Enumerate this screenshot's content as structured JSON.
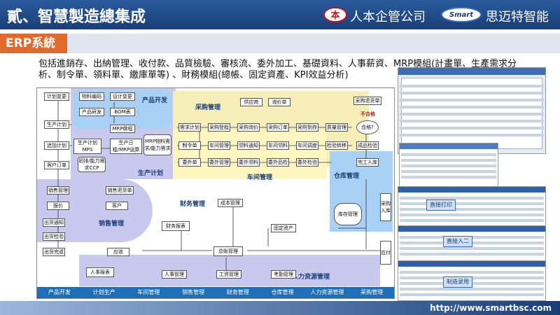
{
  "header": {
    "title": "貳、智慧製造總集成",
    "logo1_mark": "本",
    "logo1_name": "人本企管公司",
    "logo2_mark": "Smart",
    "logo2_name": "思迈特智能"
  },
  "section": {
    "tag": "ERP系統"
  },
  "description": "包括進銷存、出納管理、收付款、品質檢驗、審核流、委外加工、基礎資料、人事薪資、MRP模組(計畫單、生產需求分析、制令單、領料單、繳庫單等) 、財務模組(總帳、固定資產、KPI效益分析)",
  "diagram": {
    "regions": {
      "product": "产品开发",
      "purchase": "采购管理",
      "production": "生产计划",
      "workshop": "车间管理",
      "warehouse": "仓库管理",
      "finance": "财务管理",
      "sales": "销售管理",
      "hr": "人力资源管理"
    },
    "boxes": {
      "b1": "计划变更",
      "b2": "生产计划",
      "b3": "追加计划",
      "b4": "客户订单",
      "b5": "物料编码",
      "b6": "设计变更",
      "b7": "产品研发",
      "b8": "BOM表",
      "b9": "MRP做程",
      "b10": "生产计划MPS",
      "b11": "生产日程/MRP运算",
      "b12": "MRP物料需求/能力需求",
      "b13": "初排/能力需求CCP",
      "b14": "供应商",
      "b15": "询价单",
      "b16": "采购退货单",
      "b17": "需求计划",
      "b18": "采购登程",
      "b19": "采购询价",
      "b20": "采购订单",
      "b21": "采购到存",
      "b22": "质量管理",
      "b23": "合格?",
      "b24": "不合格",
      "b25": "制令单",
      "b26": "车间管理",
      "b27": "领料通知",
      "b28": "车间领料",
      "b29": "车间调度",
      "b30": "检验转移",
      "b31": "成品检验",
      "b32": "委外单",
      "b33": "委外管理",
      "b34": "委外领料",
      "b35": "委外品检",
      "b36": "委外检验",
      "b37": "完工入库",
      "b38": "销售管理",
      "b39": "销售退货单",
      "b40": "报价",
      "b41": "客户",
      "b42": "出货通知",
      "b43": "出货检验",
      "b44": "出货完成",
      "b45": "应收",
      "b46": "成本管理",
      "b47": "财务报表",
      "b48": "固定资产",
      "b49": "总账管理",
      "b50": "库存管理",
      "b51": "采购入库",
      "b52": "应付",
      "b53": "人事报表",
      "b54": "人事管理",
      "b55": "工资管理",
      "b56": "考勤管理"
    },
    "tabs": [
      "产品开发",
      "计划生产",
      "车间管理",
      "销售管理",
      "财务管理",
      "仓库管理",
      "人力资源管理",
      "采购管理"
    ]
  },
  "screens": {
    "callout1": "直接打印",
    "callout2": "直接入二",
    "callout3": "制造录用"
  },
  "footer": {
    "url": "http://www.smartbsc.com"
  },
  "colors": {
    "header": "#1a3f78",
    "tag": "#e06a2c",
    "product_region": "#a9d0f5",
    "purchase_region": "#f5eeb8",
    "production_region": "#c9c9f0",
    "warehouse_region": "#a9d0f5",
    "tabbar": "#1e6fb8"
  }
}
